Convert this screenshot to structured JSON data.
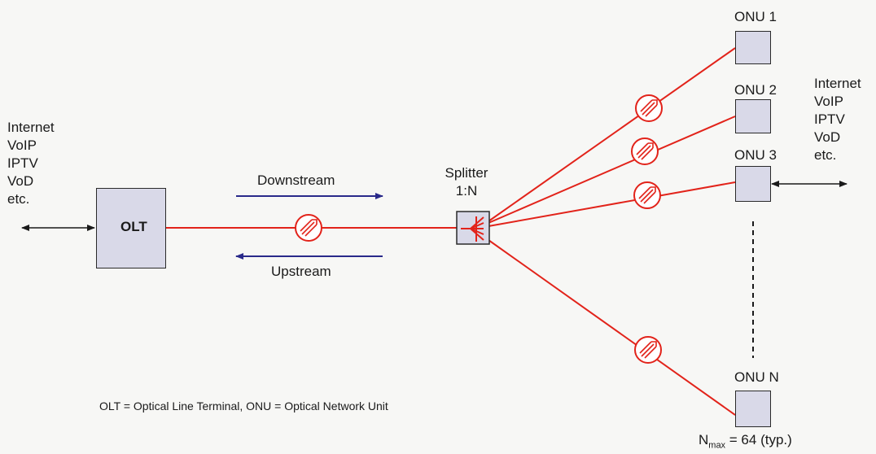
{
  "colors": {
    "fiber": "#e2231a",
    "arrow": "#2a2a8a",
    "box_fill": "#d9d9e8",
    "text": "#1a1a1a"
  },
  "left_services": [
    "Internet",
    "VoIP",
    "IPTV",
    "VoD",
    "etc."
  ],
  "right_services": [
    "Internet",
    "VoIP",
    "IPTV",
    "VoD",
    "etc."
  ],
  "olt": {
    "label": "OLT"
  },
  "splitter": {
    "line1": "Splitter",
    "line2": "1:N"
  },
  "downstream_label": "Downstream",
  "upstream_label": "Upstream",
  "onus": [
    "ONU 1",
    "ONU 2",
    "ONU 3",
    "ONU N"
  ],
  "legend": "OLT = Optical Line Terminal, ONU = Optical Network Unit",
  "nmax": {
    "base": "N",
    "sub": "max",
    "rest": " = 64 (typ.)"
  },
  "icons": {
    "fiber_coil": "fiber-coil-icon",
    "splitter": "splitter-icon",
    "arrow": "double-arrow-icon"
  }
}
